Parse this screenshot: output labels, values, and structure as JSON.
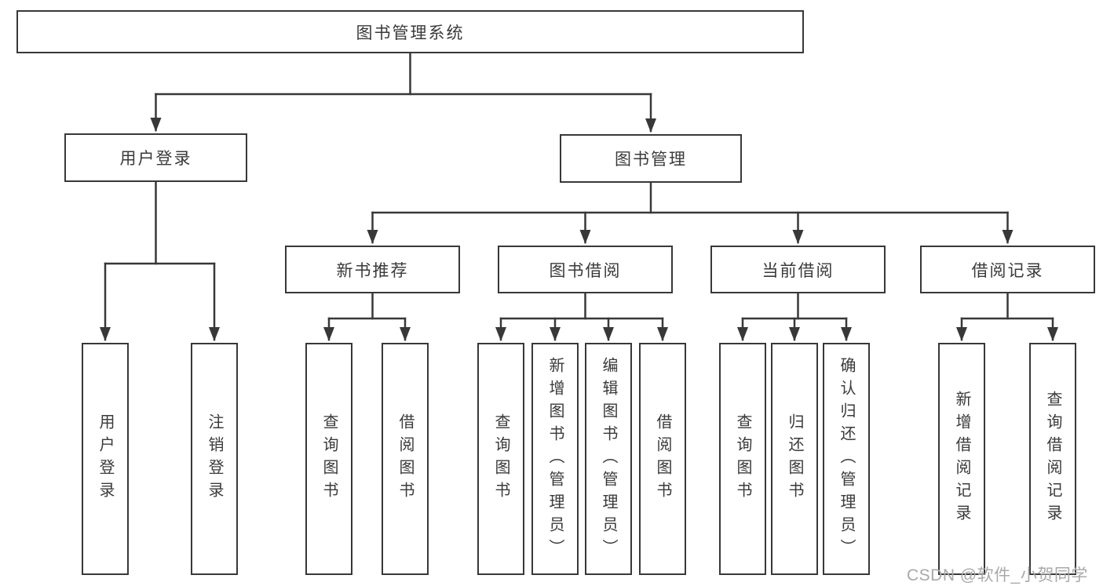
{
  "diagram": {
    "root_label": "图书管理系统",
    "watermark": "CSDN @软件_小贺同学",
    "colors": {
      "line": "#383838",
      "text": "#3a3a3a",
      "box_background": "#ffffff",
      "watermark": "#a9a9a9"
    },
    "branches": [
      {
        "label": "用户登录",
        "children": [
          {
            "label": "用户登录"
          },
          {
            "label": "注销登录"
          }
        ]
      },
      {
        "label": "图书管理",
        "children": [
          {
            "label": "新书推荐",
            "children": [
              {
                "label": "查询图书"
              },
              {
                "label": "借阅图书"
              }
            ]
          },
          {
            "label": "图书借阅",
            "children": [
              {
                "label": "查询图书"
              },
              {
                "label": "新增图书（管理员）"
              },
              {
                "label": "编辑图书（管理员）"
              },
              {
                "label": "借阅图书"
              }
            ]
          },
          {
            "label": "当前借阅",
            "children": [
              {
                "label": "查询图书"
              },
              {
                "label": "归还图书"
              },
              {
                "label": "确认归还（管理员）"
              }
            ]
          },
          {
            "label": "借阅记录",
            "children": [
              {
                "label": "新增借阅记录"
              },
              {
                "label": "查询借阅记录"
              }
            ]
          }
        ]
      }
    ]
  }
}
